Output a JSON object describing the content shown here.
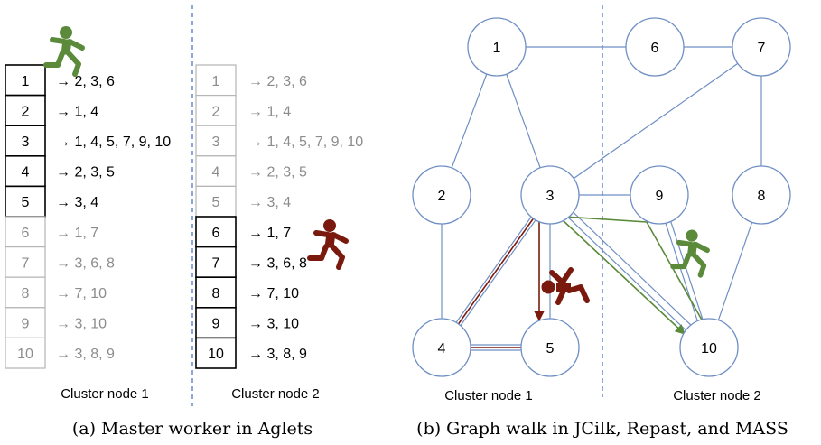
{
  "left": {
    "rows": [
      {
        "id": "1",
        "adj": "→ 2, 3, 6"
      },
      {
        "id": "2",
        "adj": "→ 1, 4"
      },
      {
        "id": "3",
        "adj": "→ 1, 4, 5, 7, 9, 10"
      },
      {
        "id": "4",
        "adj": "→ 2, 3, 5"
      },
      {
        "id": "5",
        "adj": "→ 3, 4"
      },
      {
        "id": "6",
        "adj": "→ 1, 7"
      },
      {
        "id": "7",
        "adj": "→ 3, 6, 8"
      },
      {
        "id": "8",
        "adj": "→ 7, 10"
      },
      {
        "id": "9",
        "adj": "→ 3, 10"
      },
      {
        "id": "10",
        "adj": "→ 3, 8, 9"
      }
    ],
    "node1_label": "Cluster node 1",
    "node2_label": "Cluster node 2",
    "caption": "(a) Master worker in Aglets"
  },
  "right": {
    "nodes": [
      "1",
      "2",
      "3",
      "4",
      "5",
      "6",
      "7",
      "8",
      "9",
      "10"
    ],
    "node1_label": "Cluster node 1",
    "node2_label": "Cluster node 2",
    "caption": "(b) Graph walk in JCilk, Repast, and MASS"
  },
  "colors": {
    "active": "#000000",
    "faded": "#8c8c8c",
    "faded_border": "#b5b5b5",
    "edge": "#6f8fc4",
    "divider": "#5b82c8",
    "agent_green": "#5a8a3a",
    "agent_red": "#7a1a0e"
  },
  "icons": {
    "agent": "running-person-icon"
  }
}
